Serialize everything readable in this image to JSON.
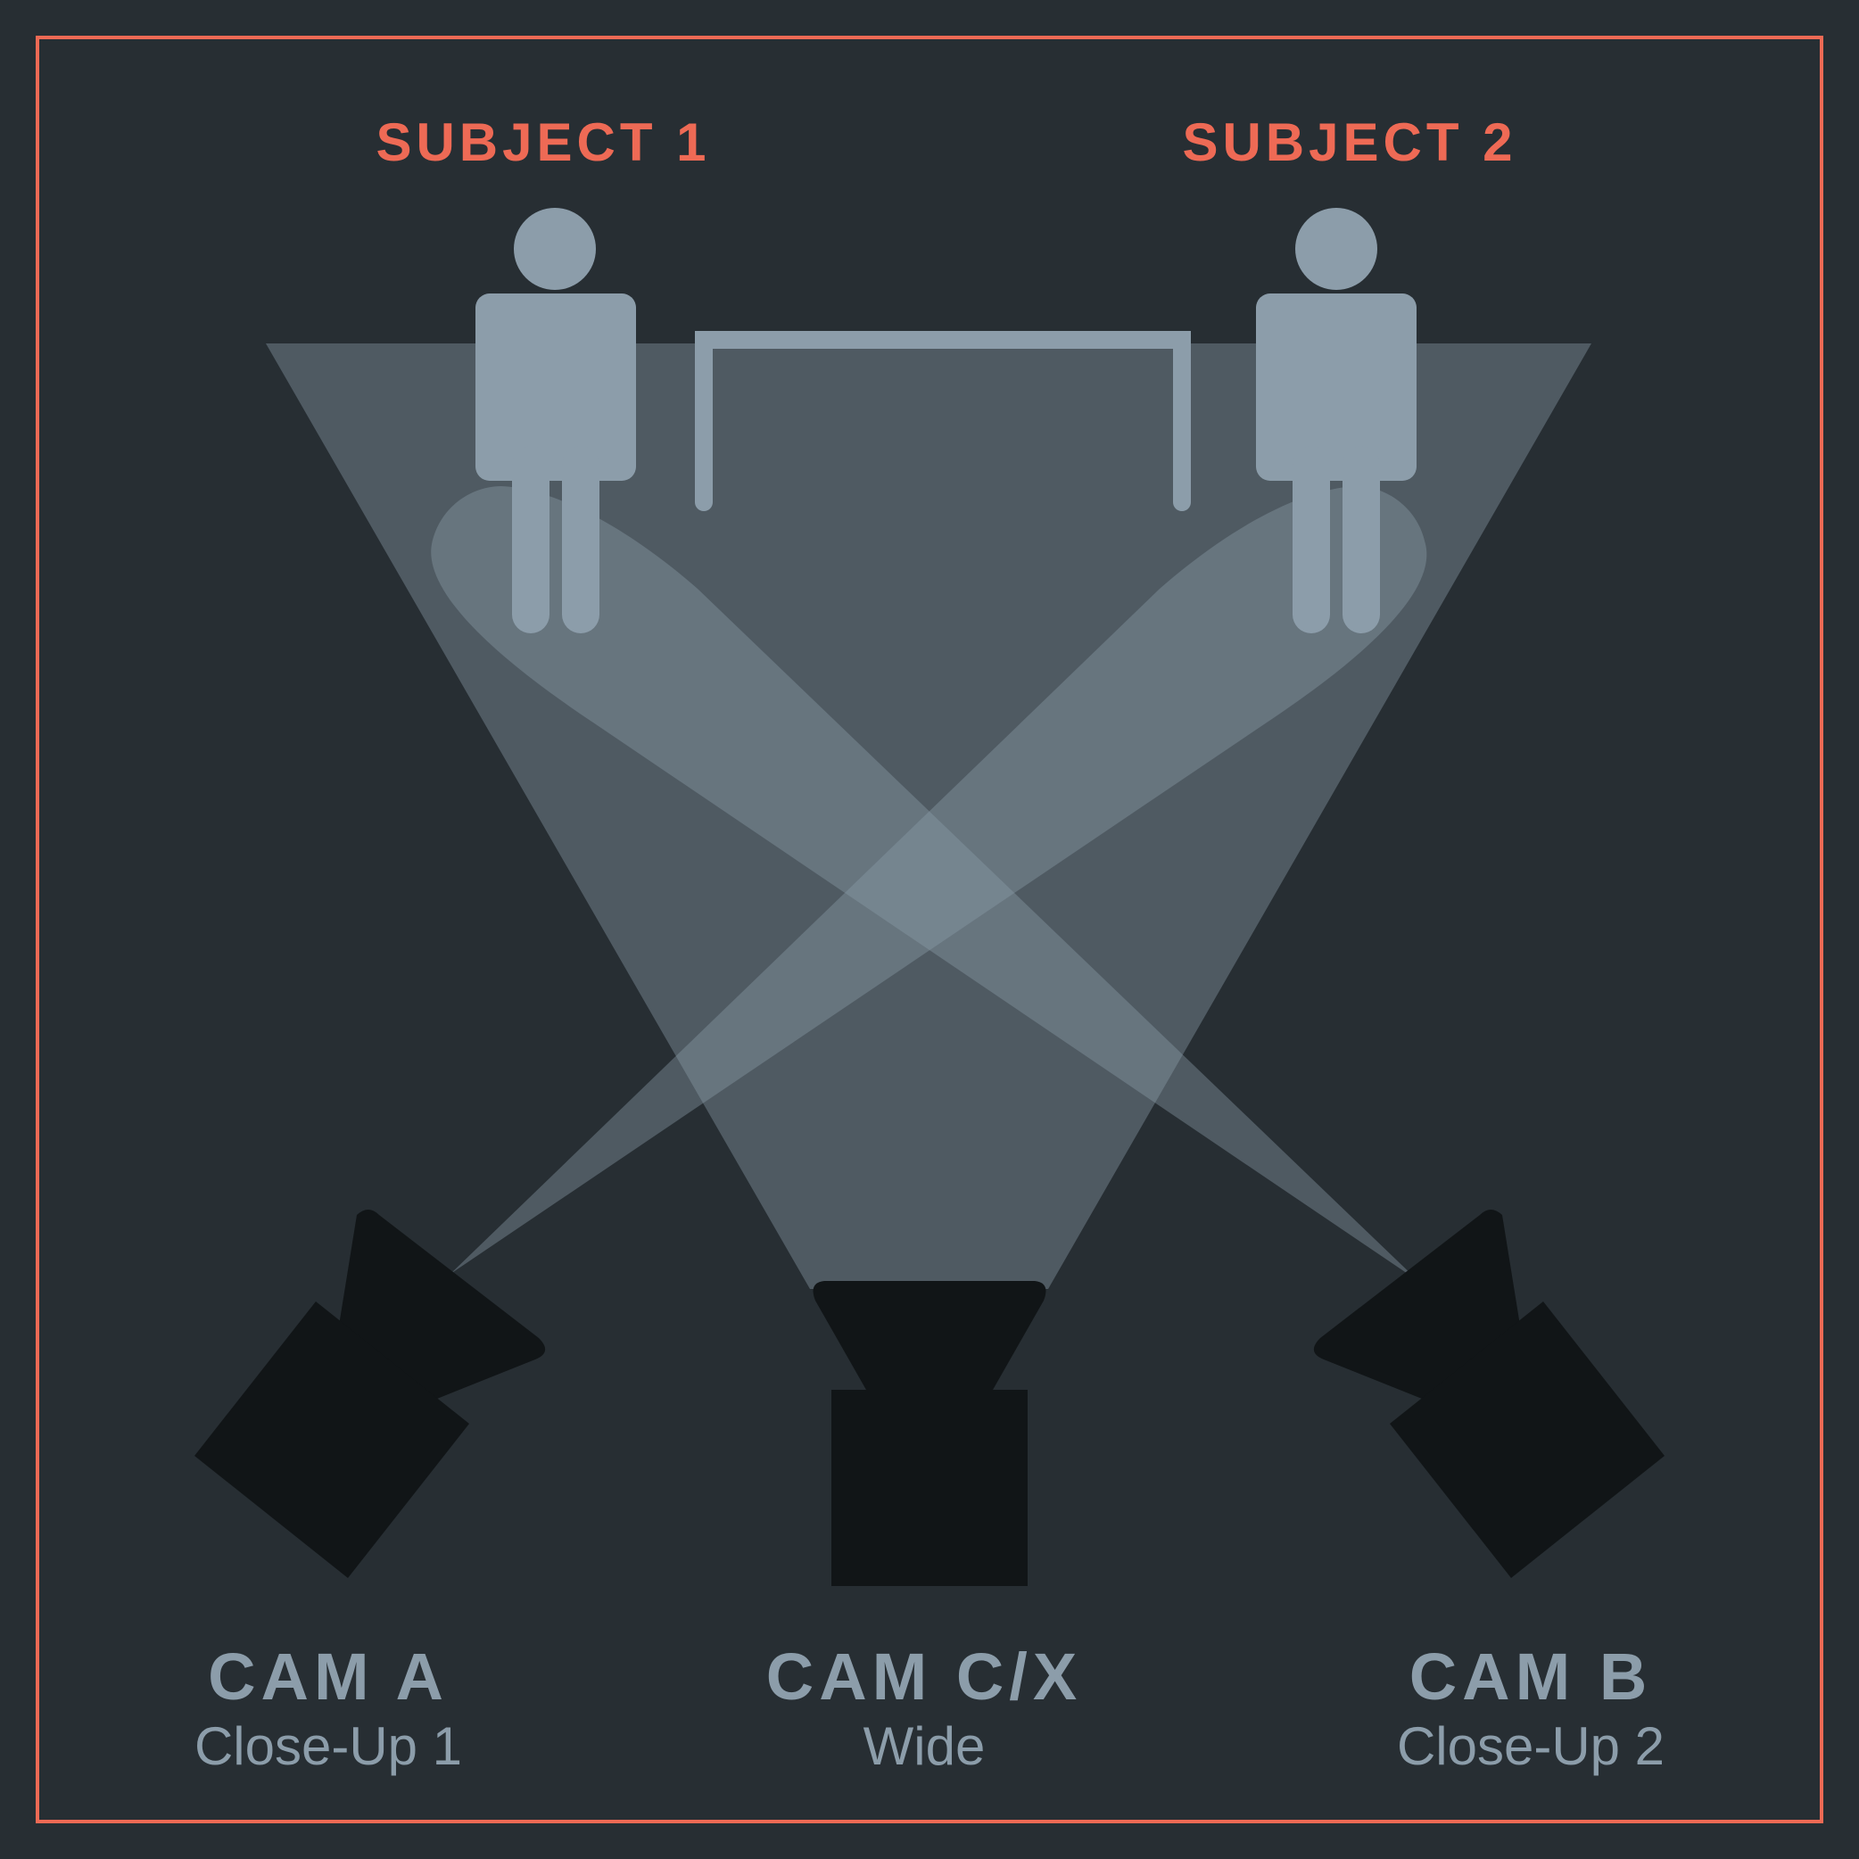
{
  "colors": {
    "background": "#272e33",
    "frame": "#ee6a55",
    "figure": "#8c9daa",
    "camera": "#111517",
    "beam": "#8c9daa"
  },
  "subjects": [
    {
      "label": "SUBJECT 1"
    },
    {
      "label": "SUBJECT 2"
    }
  ],
  "cameras": [
    {
      "label": "CAM A",
      "description": "Close-Up 1"
    },
    {
      "label": "CAM C/X",
      "description": "Wide"
    },
    {
      "label": "CAM B",
      "description": "Close-Up 2"
    }
  ]
}
